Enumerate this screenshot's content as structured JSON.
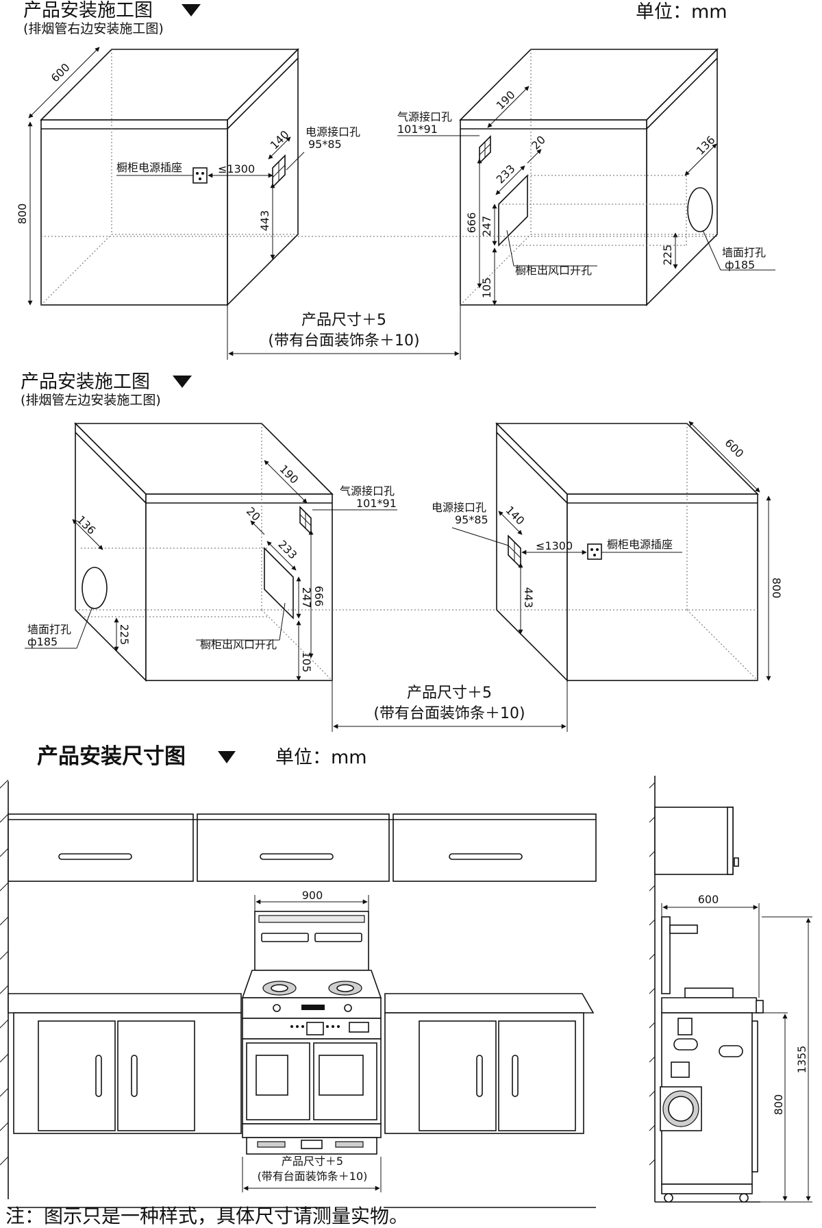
{
  "section1": {
    "title": "产品安装施工图",
    "subtitle": "(排烟管右边安装施工图)",
    "unit": "单位：mm",
    "left_cabinet": {
      "depth": "600",
      "height": "800",
      "socket_label": "橱柜电源插座",
      "distance": "≤1300",
      "power_hole_label": "电源接口孔",
      "power_hole_size": "95*85",
      "power_hole_offset": "140",
      "power_hole_height": "443"
    },
    "right_cabinet": {
      "gas_hole_label": "气源接口孔",
      "gas_hole_size": "101*91",
      "gas_offset": "190",
      "vent_offset": "20",
      "vent_width": "233",
      "gas_height": "666",
      "vent_height": "247",
      "vent_bottom": "105",
      "vent_label": "橱柜出风口开孔",
      "wall_offset": "136",
      "wall_height": "225",
      "wall_hole_label": "墙面打孔",
      "wall_hole_size": "ф185"
    },
    "caption_line1": "产品尺寸＋5",
    "caption_line2": "(带有台面装饰条＋10)"
  },
  "section2": {
    "title": "产品安装施工图",
    "subtitle": "(排烟管左边安装施工图)",
    "left_cabinet": {
      "wall_offset": "136",
      "wall_hole_label": "墙面打孔",
      "wall_hole_size": "ф185",
      "wall_height": "225",
      "vent_offset": "20",
      "gas_offset": "190",
      "vent_width": "233",
      "gas_hole_label": "气源接口孔",
      "gas_hole_size": "101*91",
      "gas_height": "666",
      "vent_height": "247",
      "vent_bottom": "105",
      "vent_label": "橱柜出风口开孔"
    },
    "right_cabinet": {
      "power_hole_label": "电源接口孔",
      "power_hole_size": "95*85",
      "power_hole_offset": "140",
      "distance": "≤1300",
      "socket_label": "橱柜电源插座",
      "power_hole_height": "443",
      "depth": "600",
      "height": "800"
    },
    "caption_line1": "产品尺寸＋5",
    "caption_line2": "(带有台面装饰条＋10)"
  },
  "section3": {
    "title": "产品安装尺寸图",
    "unit": "单位：mm",
    "stove_width": "900",
    "caption_line1": "产品尺寸＋5",
    "caption_line2": "(带有台面装饰条＋10)",
    "side_depth": "600",
    "side_height": "800",
    "total_height": "1355"
  },
  "note": "注：图示只是一种样式，具体尺寸请测量实物。"
}
